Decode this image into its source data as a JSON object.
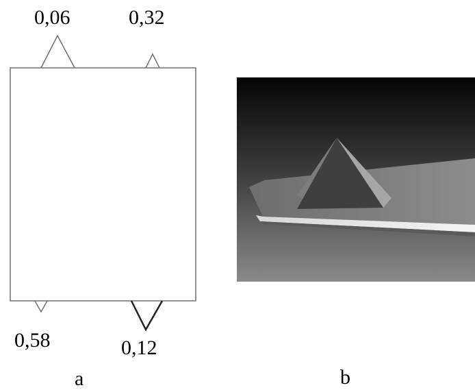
{
  "panel_a": {
    "caption": "a",
    "labels": {
      "top_left": "0,06",
      "top_right": "0,32",
      "bottom_left": "0,58",
      "bottom_right": "0,12"
    }
  },
  "panel_b": {
    "caption": "b"
  },
  "colors": {
    "frame": "#707070",
    "photo_top": "#050505",
    "photo_bottom": "#8a8a8a"
  }
}
